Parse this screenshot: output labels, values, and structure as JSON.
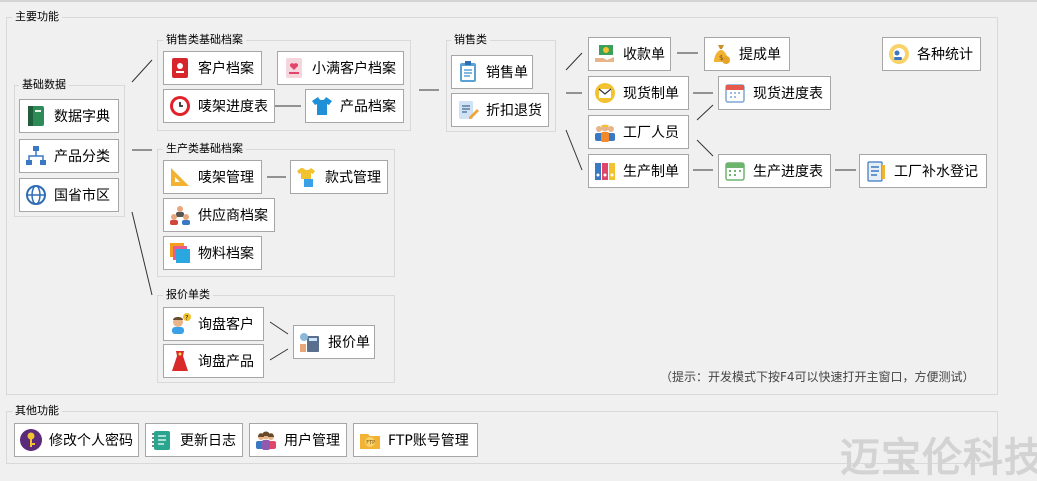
{
  "sections": {
    "main": "主要功能",
    "other": "其他功能"
  },
  "groups": {
    "basic": "基础数据",
    "sales_archive": "销售类基础档案",
    "prod_archive": "生产类基础档案",
    "sales": "销售类",
    "quote": "报价单类"
  },
  "buttons": {
    "data_dict": {
      "label": "数据字典",
      "icon": "book-icon"
    },
    "product_category": {
      "label": "产品分类",
      "icon": "hierarchy-icon"
    },
    "region": {
      "label": "国省市区",
      "icon": "globe-icon"
    },
    "customer_archive": {
      "label": "客户档案",
      "icon": "customer-card-icon"
    },
    "xiaoman_archive": {
      "label": "小满客户档案",
      "icon": "heart-list-icon"
    },
    "mannequin_progress": {
      "label": "唛架进度表",
      "icon": "clock-icon"
    },
    "product_archive": {
      "label": "产品档案",
      "icon": "shirt-icon"
    },
    "mannequin_manage": {
      "label": "唛架管理",
      "icon": "ruler-icon"
    },
    "style_manage": {
      "label": "款式管理",
      "icon": "clothes-icon"
    },
    "supplier_archive": {
      "label": "供应商档案",
      "icon": "people-icon"
    },
    "material_archive": {
      "label": "物料档案",
      "icon": "stack-icon"
    },
    "inquiry_customer": {
      "label": "询盘客户",
      "icon": "person-question-icon"
    },
    "inquiry_product": {
      "label": "询盘产品",
      "icon": "dress-icon"
    },
    "quote": {
      "label": "报价单",
      "icon": "calculator-icon"
    },
    "sales_order": {
      "label": "销售单",
      "icon": "clipboard-icon"
    },
    "discount_return": {
      "label": "折扣退货",
      "icon": "edit-doc-icon"
    },
    "receipt": {
      "label": "收款单",
      "icon": "money-hand-icon"
    },
    "commission": {
      "label": "提成单",
      "icon": "money-bag-icon"
    },
    "spot_order": {
      "label": "现货制单",
      "icon": "envelope-icon"
    },
    "spot_progress": {
      "label": "现货进度表",
      "icon": "calendar-icon"
    },
    "factory_staff": {
      "label": "工厂人员",
      "icon": "workers-icon"
    },
    "production_order": {
      "label": "生产制单",
      "icon": "binders-icon"
    },
    "production_progress": {
      "label": "生产进度表",
      "icon": "calendar-grid-icon"
    },
    "factory_register": {
      "label": "工厂补水登记",
      "icon": "checklist-icon"
    },
    "statistics": {
      "label": "各种统计",
      "icon": "chart-icon"
    },
    "change_password": {
      "label": "修改个人密码",
      "icon": "key-icon"
    },
    "update_log": {
      "label": "更新日志",
      "icon": "notebook-icon"
    },
    "user_manage": {
      "label": "用户管理",
      "icon": "users-icon"
    },
    "ftp_manage": {
      "label": "FTP账号管理",
      "icon": "ftp-folder-icon"
    }
  },
  "hint": "（提示：开发模式下按F4可以快速打开主窗口，方便测试）",
  "watermark": "迈宝伦科技",
  "colors": {
    "border": "#a6a6a6",
    "group_border": "#d9d9d9",
    "background": "#f0f0f0"
  }
}
